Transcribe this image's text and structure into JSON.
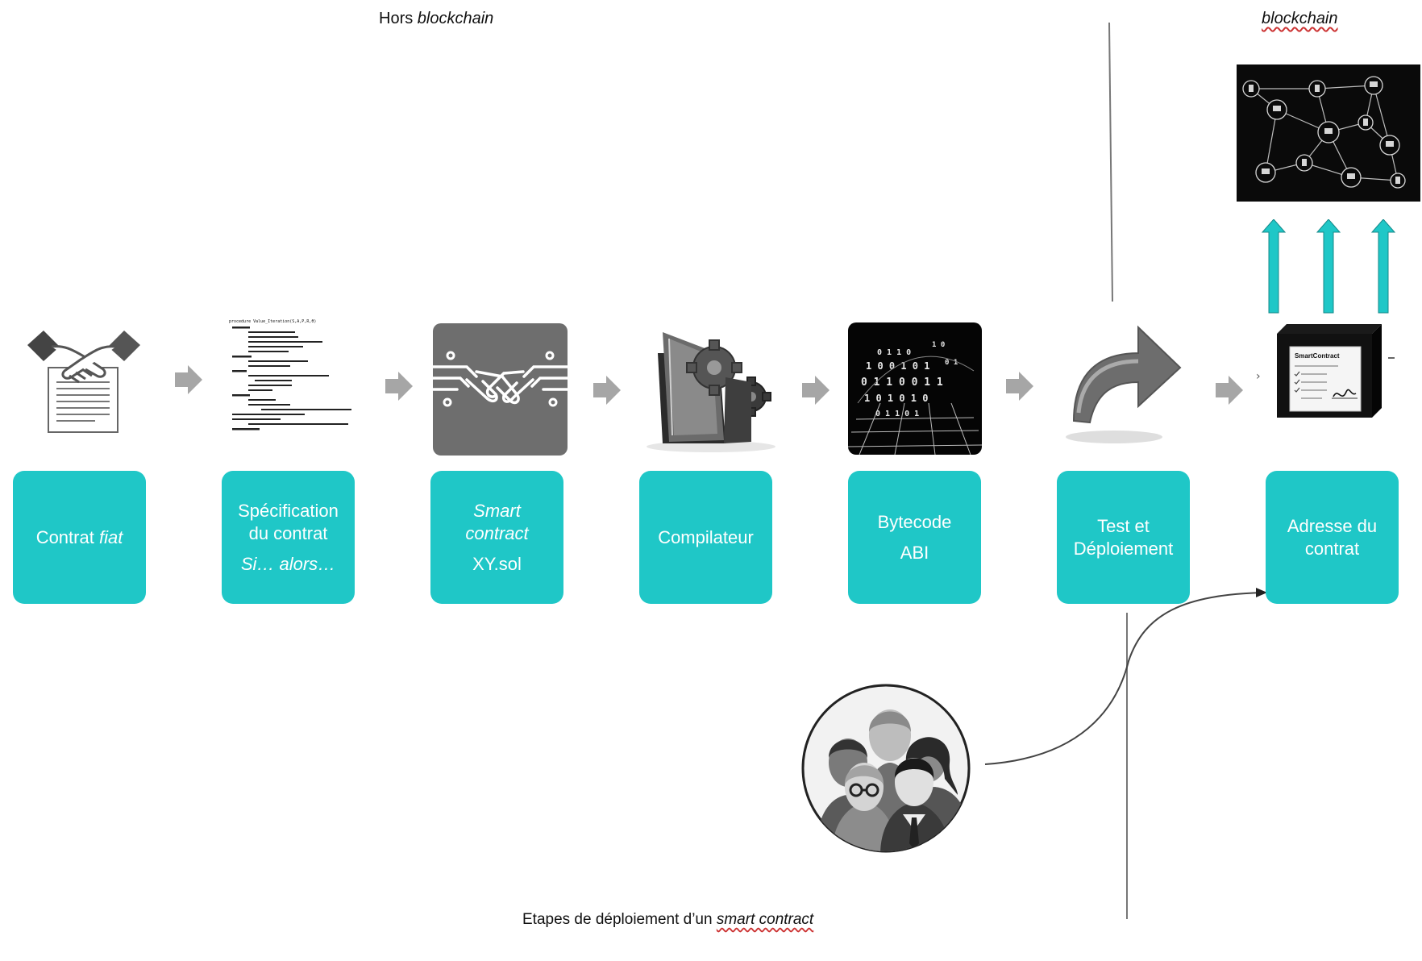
{
  "zones": {
    "offchain_prefix": "Hors ",
    "offchain_em": "blockchain",
    "onchain": "blockchain"
  },
  "steps": [
    {
      "line1": "Contrat ",
      "line1_em": "fiat"
    },
    {
      "line1": "Spécification",
      "line2": "du contrat",
      "line3_em": "Si… alors…"
    },
    {
      "line1_em": "Smart",
      "line2_em": "contract",
      "line3": "XY.sol"
    },
    {
      "line1": "Compilateur"
    },
    {
      "line1": "Bytecode",
      "line2": "ABI"
    },
    {
      "line1": "Test et",
      "line2": "Déploiement"
    },
    {
      "line1": "Adresse du",
      "line2": "contrat"
    }
  ],
  "icons": {
    "contract_doc_title": "SmartContract",
    "code_heading": "procedure Value_Iteration(S,A,P,R,θ)"
  },
  "caption": {
    "prefix": "Etapes de déploiement d’un ",
    "em": "smart contract"
  },
  "colors": {
    "accent": "#1fc7c7",
    "arrow_gray": "#a6a6a6",
    "up_arrow": "#1fc7c7"
  }
}
